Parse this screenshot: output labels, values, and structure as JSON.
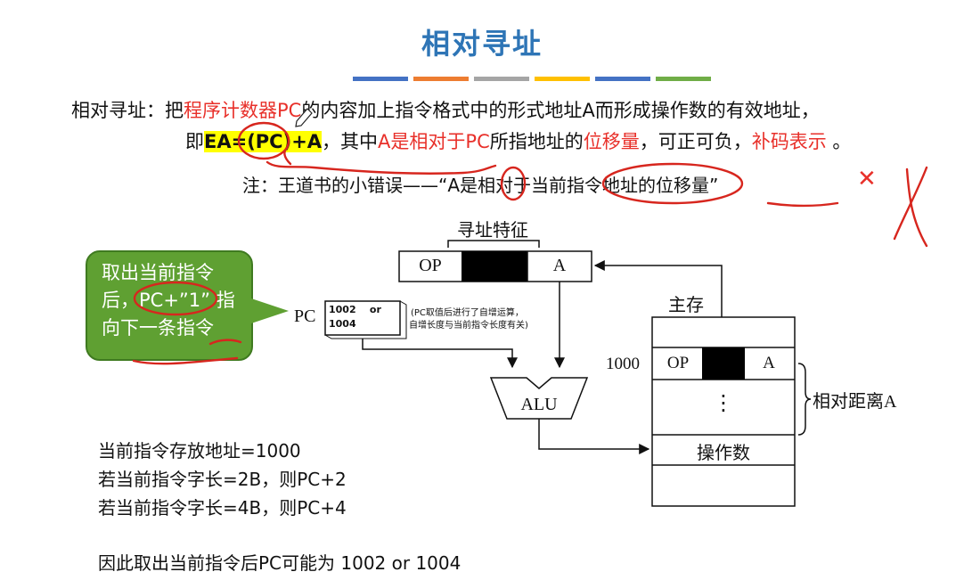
{
  "title": "相对寻址",
  "title_bar_colors": [
    "#4472C4",
    "#ED7D31",
    "#A5A5A5",
    "#FFC000",
    "#4472C4",
    "#70AD47"
  ],
  "definition": {
    "label": "相对寻址：",
    "p1": "把",
    "p2": "程序计数器PC",
    "p3": "的内容加上指令格式中的形式地址A而形成操作数的有效地址，",
    "l2_p1": "即",
    "formula": "EA=(PC)+A",
    "l2_p2": "，其中",
    "l2_p3": "A是相对于PC",
    "l2_p4": "所指地址的",
    "l2_p5": "位移量",
    "l2_p6": "，可正可负，",
    "l2_p7": "补码表示",
    "l2_p8": " 。"
  },
  "note": {
    "text": "注：王道书的小错误——“A是相对于当前指令地址的位移量”",
    "cross": "✕"
  },
  "bubble": {
    "line1": "取出当前指令",
    "line2": "后，PC+”1” 指",
    "line3": "向下一条指令"
  },
  "diagram": {
    "feature_label": "寻址特征",
    "op": "OP",
    "a": "A",
    "pc_label": "PC",
    "pc_value1": "1002    or",
    "pc_value2": "1004",
    "pc_note1": "(PC取值后进行了自增运算，",
    "pc_note2": "自增长度与当前指令长度有关)",
    "alu": "ALU",
    "memory_label": "主存",
    "mem_addr": "1000",
    "mem_op": "OP",
    "mem_a": "A",
    "mem_dots": "⋮",
    "operand": "操作数",
    "relative_distance": "相对距离A"
  },
  "bottom": {
    "l1": "当前指令存放地址=1000",
    "l2": "若当前指令字长=2B，则PC+2",
    "l3": "若当前指令字长=4B，则PC+4",
    "l4": "因此取出当前指令后PC可能为 1002 or 1004"
  }
}
